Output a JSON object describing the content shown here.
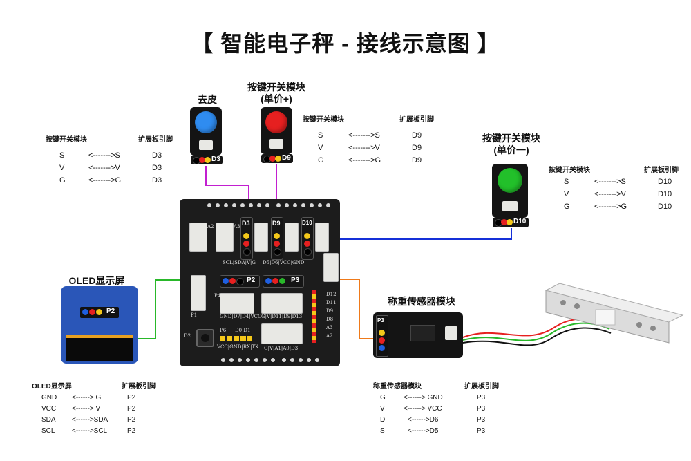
{
  "title": {
    "left": "【",
    "text": "智能电子秤 - 接线示意图",
    "right": "】"
  },
  "modules": {
    "tare": {
      "name": "去皮",
      "plug_label": "D3",
      "button_color": "#2f8cf0"
    },
    "plus": {
      "name_line1": "按键开关模块",
      "name_line2": "(单价+)",
      "plug_label": "D9",
      "button_color": "#e62020"
    },
    "minus": {
      "name_line1": "按键开关模块",
      "name_line2": "(单价一)",
      "plug_label": "D10",
      "button_color": "#22c02a"
    },
    "oled": {
      "name": "OLED显示屏",
      "plug_label": "P2"
    },
    "weight": {
      "name": "称重传感器模块",
      "plug_label": "P3"
    }
  },
  "board": {
    "plugs": [
      "D3",
      "D9",
      "D10",
      "P2",
      "P3"
    ],
    "labels": {
      "a2": "A2",
      "a3": "A3",
      "d3": "D3",
      "d9": "D9",
      "d10": "D10",
      "scl_row": "SCL|SDA|V|G",
      "d5_row": "D5|D6|VCC|GND",
      "p1": "P1",
      "p4": "P4",
      "gnd_row": "GND|D7|D4|VCC",
      "gv_row": "G|V|D11|D9|D13",
      "p6": "P6",
      "d0d1": "D0|D1",
      "vcc_row": "VCC|GND|RX|TX",
      "gva1": "G|V|A1|A0|D3",
      "d2": "D2",
      "side": [
        "D12",
        "D11",
        "D9",
        "D8",
        "A3",
        "A2"
      ]
    }
  },
  "tables": {
    "tare": {
      "h1": "按键开关模块",
      "h2": "扩展板引脚",
      "rows": [
        [
          "S",
          "<------->S",
          "D3"
        ],
        [
          "V",
          "<------->V",
          "D3"
        ],
        [
          "G",
          "<------->G",
          "D3"
        ]
      ]
    },
    "plus": {
      "h1": "按键开关模块",
      "h2": "扩展板引脚",
      "rows": [
        [
          "S",
          "<------->S",
          "D9"
        ],
        [
          "V",
          "<------->V",
          "D9"
        ],
        [
          "G",
          "<------->G",
          "D9"
        ]
      ]
    },
    "minus": {
      "h1": "按键开关模块",
      "h2": "扩展板引脚",
      "rows": [
        [
          "S",
          "<------->S",
          "D10"
        ],
        [
          "V",
          "<------->V",
          "D10"
        ],
        [
          "G",
          "<------->G",
          "D10"
        ]
      ]
    },
    "oled": {
      "h1": "OLED显示屏",
      "h2": "扩展板引脚",
      "rows": [
        [
          "GND",
          "<------> G",
          "P2"
        ],
        [
          "VCC",
          "<------> V",
          "P2"
        ],
        [
          "SDA",
          "<------>SDA",
          "P2"
        ],
        [
          "SCL",
          "<------>SCL",
          "P2"
        ]
      ]
    },
    "weight": {
      "h1": "称重传感器模块",
      "h2": "扩展板引脚",
      "rows": [
        [
          "G",
          "<------> GND",
          "P3"
        ],
        [
          "V",
          "<------> VCC",
          "P3"
        ],
        [
          "D",
          "<------>D6",
          "P3"
        ],
        [
          "S",
          "<------>D5",
          "P3"
        ]
      ]
    }
  },
  "wire_colors": {
    "tare": "#c21fd0",
    "plus": "#c21fd0",
    "minus": "#1530d8",
    "oled": "#29b82a",
    "weight": "#ef7a1a"
  }
}
